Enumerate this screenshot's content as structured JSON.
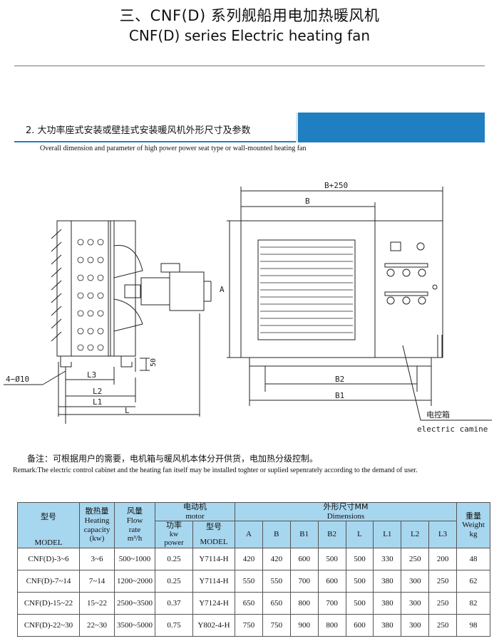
{
  "header": {
    "title_cn": "三、CNF(D) 系列舰船用电加热暖风机",
    "title_en": "CNF(D) series Electric heating fan"
  },
  "section": {
    "title": "2. 大功率座式安装或壁挂式安装暖风机外形尺寸及参数",
    "subtitle": "Overall dimension and parameter of high power power seat type or wall-mounted heating fan"
  },
  "drawing": {
    "hole_label": "4−Ø10",
    "dim_50": "50",
    "dim_L3": "L3",
    "dim_L2": "L2",
    "dim_L1": "L1",
    "dim_L": "L",
    "dim_B250": "B+250",
    "dim_B": "B",
    "dim_A": "A",
    "dim_B2": "B2",
    "dim_B1": "B1",
    "cabinet_cn": "电控箱",
    "cabinet_en": "electric camine"
  },
  "notes": {
    "cn": "备注：可根据用户的需要，电机箱与暖风机本体分开供货，电加热分级控制。",
    "en": "Remark:The electric control cabinet and the heating fan itself may be installed toghter or suplied sepenrately according to the demand of user."
  },
  "table": {
    "headers": {
      "model_cn": "型号",
      "model_en": "MODEL",
      "heat_cn": "散热量",
      "heat_en1": "Heating",
      "heat_en2": "capacity",
      "heat_unit": "(kw)",
      "flow_cn": "风量",
      "flow_en1": "Flow",
      "flow_en2": "rate",
      "flow_unit": "m³/h",
      "motor_cn": "电动机",
      "motor_en": "motor",
      "power_cn": "功率",
      "power_unit": "kw",
      "power_en": "power",
      "mmodel_cn": "型号",
      "mmodel_en": "MODEL",
      "dim_cn": "外形尺寸MM",
      "dim_en": "Dimensions",
      "cols": [
        "A",
        "B",
        "B1",
        "B2",
        "L",
        "L1",
        "L2",
        "L3"
      ],
      "weight_cn": "重量",
      "weight_en": "Weight",
      "weight_unit": "kg"
    },
    "rows": [
      [
        "CNF(D)-3~6",
        "3~6",
        "500~1000",
        "0.25",
        "Y7114-H",
        "420",
        "420",
        "600",
        "500",
        "500",
        "330",
        "250",
        "200",
        "48"
      ],
      [
        "CNF(D)-7~14",
        "7~14",
        "1200~2000",
        "0.25",
        "Y7114-H",
        "550",
        "550",
        "700",
        "600",
        "500",
        "380",
        "300",
        "250",
        "62"
      ],
      [
        "CNF(D)-15~22",
        "15~22",
        "2500~3500",
        "0.37",
        "Y7124-H",
        "650",
        "650",
        "800",
        "700",
        "500",
        "380",
        "300",
        "250",
        "82"
      ],
      [
        "CNF(D)-22~30",
        "22~30",
        "3500~5000",
        "0.75",
        "Y802-4-H",
        "750",
        "750",
        "900",
        "800",
        "600",
        "380",
        "300",
        "250",
        "98"
      ]
    ]
  }
}
